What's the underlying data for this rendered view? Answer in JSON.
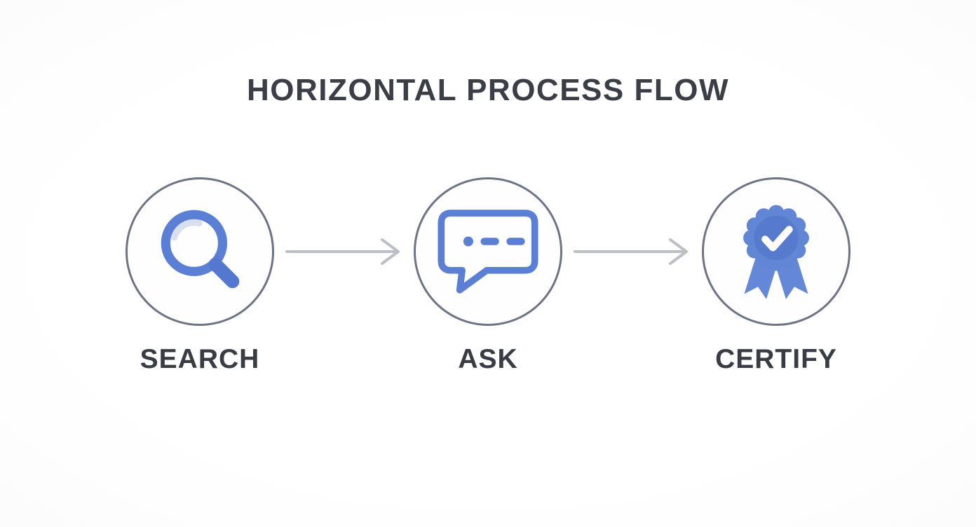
{
  "title": "HORIZONTAL PROCESS FLOW",
  "steps": [
    {
      "label": "SEARCH",
      "icon": "search-icon"
    },
    {
      "label": "ASK",
      "icon": "speech-bubble-icon"
    },
    {
      "label": "CERTIFY",
      "icon": "ribbon-badge-icon"
    }
  ],
  "connectors": [
    {
      "type": "arrow-right"
    },
    {
      "type": "arrow-right"
    }
  ],
  "colors": {
    "background": "#ffffff",
    "title_text": "#3a3f47",
    "label_text": "#383d45",
    "circle_outline": "#6b7587",
    "arrow": "#bbbfc6",
    "icon_blue": "#5b7fd4",
    "icon_blue_dark": "#567bce",
    "icon_highlight": "#d9def0",
    "checkmark": "#ffffff"
  }
}
